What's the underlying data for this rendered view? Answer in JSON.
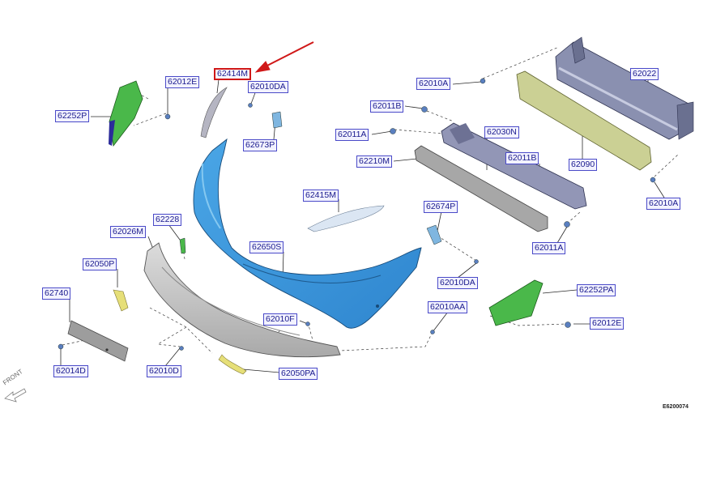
{
  "figure_id": "E6200074",
  "direction_label": "FRONT",
  "highlight_color": "#d01818",
  "parts": [
    {
      "id": "p62414M",
      "label": "62414M",
      "highlight": true
    },
    {
      "id": "p62012E_tl",
      "label": "62012E"
    },
    {
      "id": "p62010DA_t",
      "label": "62010DA"
    },
    {
      "id": "p62252P",
      "label": "62252P"
    },
    {
      "id": "p62673P",
      "label": "62673P"
    },
    {
      "id": "p62010A_t",
      "label": "62010A"
    },
    {
      "id": "p62022",
      "label": "62022"
    },
    {
      "id": "p62011B_t",
      "label": "62011B"
    },
    {
      "id": "p62011A_l",
      "label": "62011A"
    },
    {
      "id": "p62030N",
      "label": "62030N"
    },
    {
      "id": "p62011B_r",
      "label": "62011B"
    },
    {
      "id": "p62210M",
      "label": "62210M"
    },
    {
      "id": "p62090",
      "label": "62090"
    },
    {
      "id": "p62010A_r",
      "label": "62010A"
    },
    {
      "id": "p62415M",
      "label": "62415M"
    },
    {
      "id": "p62674P",
      "label": "62674P"
    },
    {
      "id": "p62228",
      "label": "62228"
    },
    {
      "id": "p62026M",
      "label": "62026M"
    },
    {
      "id": "p62011A_b",
      "label": "62011A"
    },
    {
      "id": "p62050P",
      "label": "62050P"
    },
    {
      "id": "p62650S",
      "label": "62650S"
    },
    {
      "id": "p62010DA_b",
      "label": "62010DA"
    },
    {
      "id": "p62252PA",
      "label": "62252PA"
    },
    {
      "id": "p62740",
      "label": "62740"
    },
    {
      "id": "p62010AA",
      "label": "62010AA"
    },
    {
      "id": "p62010F",
      "label": "62010F"
    },
    {
      "id": "p62012E_br",
      "label": "62012E"
    },
    {
      "id": "p62014D",
      "label": "62014D"
    },
    {
      "id": "p62010D",
      "label": "62010D"
    },
    {
      "id": "p62050PA",
      "label": "62050PA"
    }
  ]
}
